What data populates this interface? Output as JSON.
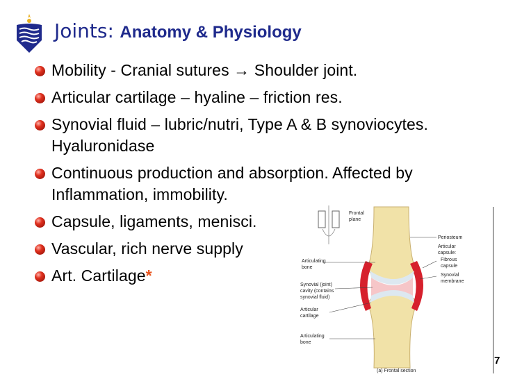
{
  "slide": {
    "title_main": "Joints:",
    "title_sub": "Anatomy & Physiology",
    "page_number": "7"
  },
  "bullets": [
    "Mobility - Cranial sutures → Shoulder joint.",
    "Articular cartilage – hyaline – friction res.",
    "Synovial fluid – lubric/nutri, Type A & B synoviocytes. Hyaluronidase",
    "Continuous production and absorption. Affected by Inflammation, immobility.",
    "Capsule, ligaments, menisci.",
    "Vascular, rich nerve supply",
    "Art. Cartilage"
  ],
  "bullet_star": "*",
  "figure": {
    "labels": {
      "frontal_plane_1": "Frontal",
      "frontal_plane_2": "plane",
      "periosteum": "Periosteum",
      "articular_capsule_1": "Articular",
      "articular_capsule_2": "capsule:",
      "fibrous_capsule_1": "Fibrous",
      "fibrous_capsule_2": "capsule",
      "synovial_membrane_1": "Synovial",
      "synovial_membrane_2": "membrane",
      "articulating_bone_top_1": "Articulating",
      "articulating_bone_top_2": "bone",
      "synovial_cavity_1": "Synovial (joint)",
      "synovial_cavity_2": "cavity (contains",
      "synovial_cavity_3": "synovial fluid)",
      "articular_cartilage_1": "Articular",
      "articular_cartilage_2": "cartilage",
      "articulating_bone_bottom_1": "Articulating",
      "articulating_bone_bottom_2": "bone",
      "caption": "(a) Frontal section"
    }
  },
  "colors": {
    "title": "#1f2a8c",
    "bullet": "#e0301e",
    "star": "#e8541e",
    "bone": "#f3e6b0",
    "capsule": "#d6202c"
  }
}
